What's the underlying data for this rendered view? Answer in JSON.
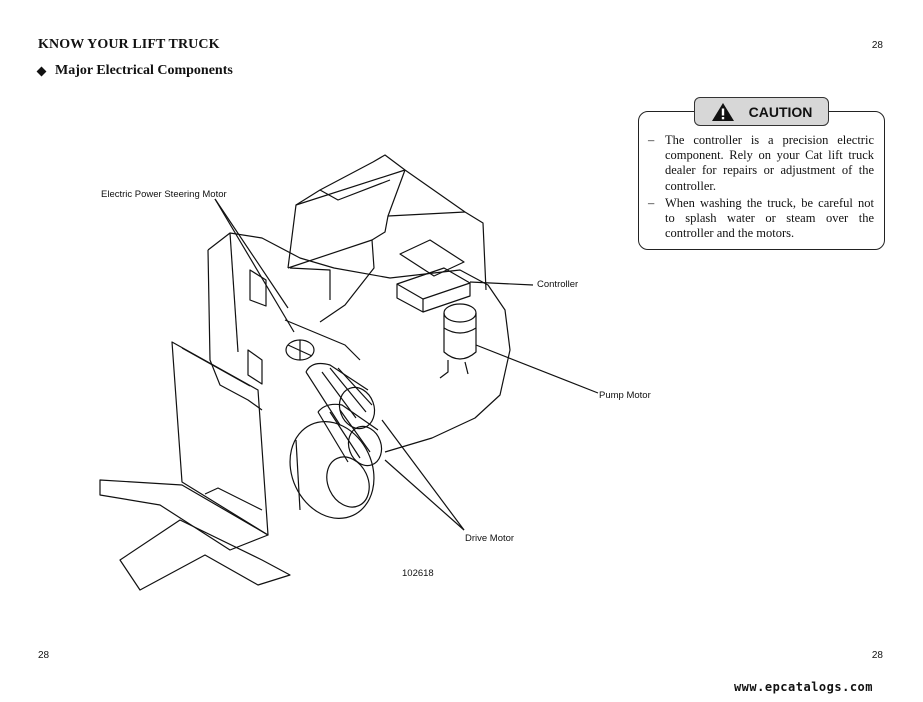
{
  "header": {
    "section_title": "KNOW YOUR LIFT TRUCK",
    "page_number_top": "28",
    "subheading": "Major Electrical Components"
  },
  "caution": {
    "label": "CAUTION",
    "icon": "warning-triangle-icon",
    "items": [
      "The controller is a precision electric component. Rely on your Cat lift truck dealer for repairs or adjustment of the controller.",
      "When washing the truck, be careful not to splash water or steam over the controller and the motors."
    ]
  },
  "figure": {
    "labels": {
      "electric_power_steering_motor": "Electric Power Steering Motor",
      "controller": "Controller",
      "pump_motor": "Pump Motor",
      "drive_motor": "Drive Motor"
    },
    "figure_number": "102618"
  },
  "footer": {
    "page_number_left": "28",
    "page_number_right": "28",
    "watermark": "www.epcatalogs.com"
  }
}
